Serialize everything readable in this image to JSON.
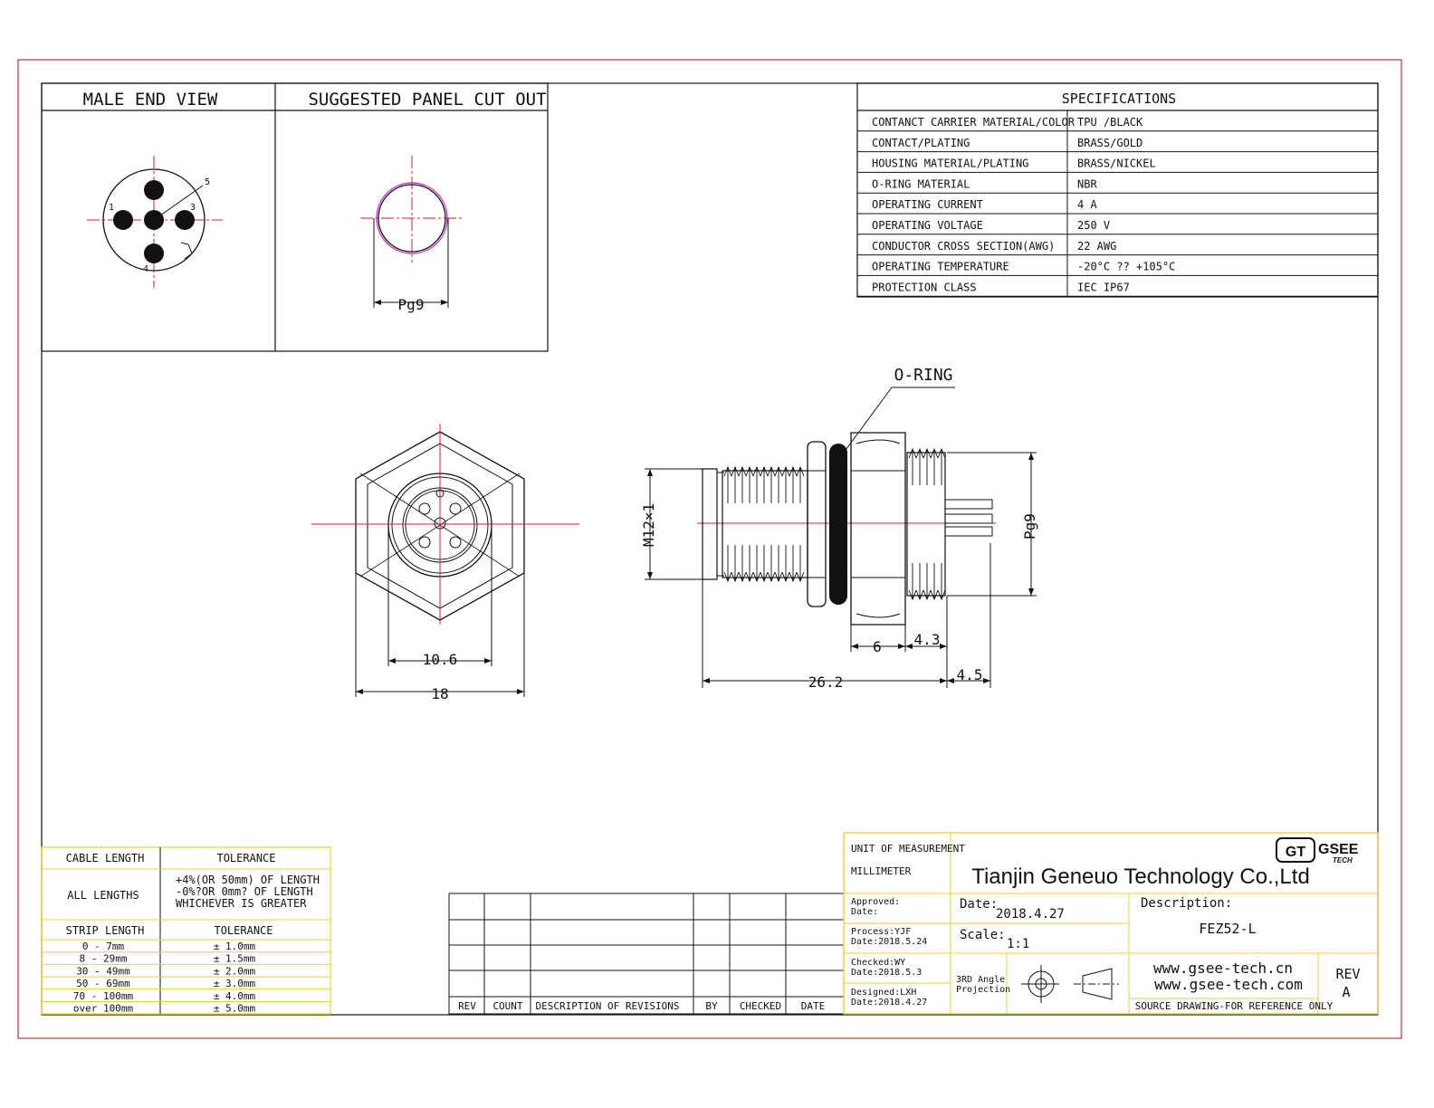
{
  "views": {
    "male_end_view": "MALE END VIEW",
    "panel_cut_out": "SUGGESTED PANEL CUT OUT",
    "panel_dim": "Pg9"
  },
  "specs": {
    "title": "SPECIFICATIONS",
    "rows": [
      {
        "label": "CONTANCT CARRIER MATERIAL/COLOR",
        "value": "TPU /BLACK"
      },
      {
        "label": "CONTACT/PLATING",
        "value": "BRASS/GOLD"
      },
      {
        "label": "HOUSING MATERIAL/PLATING",
        "value": "BRASS/NICKEL"
      },
      {
        "label": "O-RING MATERIAL",
        "value": "NBR"
      },
      {
        "label": "OPERATING CURRENT",
        "value": "4 A"
      },
      {
        "label": "OPERATING VOLTAGE",
        "value": "250 V"
      },
      {
        "label": "CONDUCTOR CROSS SECTION(AWG)",
        "value": "22 AWG"
      },
      {
        "label": "OPERATING TEMPERATURE",
        "value": "-20°C ?? +105°C"
      },
      {
        "label": "PROTECTION CLASS",
        "value": "IEC IP67"
      }
    ]
  },
  "front_view": {
    "dim_inner": "10.6",
    "dim_outer": "18"
  },
  "side_view": {
    "oring_label": "O-RING",
    "thread_label": "M12×1",
    "pg_label": "Pg9",
    "dim_6": "6",
    "dim_4_3": "4.3",
    "dim_26_2": "26.2",
    "dim_4_5": "4.5"
  },
  "tolerance_table": {
    "cable_length_header": "CABLE LENGTH",
    "tolerance_header": "TOLERANCE",
    "all_lengths": "ALL LENGTHS",
    "all_lengths_tol": [
      "+4%(OR 50mm) OF LENGTH",
      "-0%?OR 0mm? OF LENGTH",
      "WHICHEVER IS GREATER"
    ],
    "strip_length_header": "STRIP LENGTH",
    "strip_tolerance_header": "TOLERANCE",
    "strip_rows": [
      {
        "range": "0 - 7mm",
        "tol": "± 1.0mm"
      },
      {
        "range": "8 - 29mm",
        "tol": "± 1.5mm"
      },
      {
        "range": "30 - 49mm",
        "tol": "± 2.0mm"
      },
      {
        "range": "50 - 69mm",
        "tol": "± 3.0mm"
      },
      {
        "range": "70 - 100mm",
        "tol": "± 4.0mm"
      },
      {
        "range": "over 100mm",
        "tol": "± 5.0mm"
      }
    ]
  },
  "revisions": {
    "headers": [
      "REV",
      "COUNT",
      "DESCRIPTION OF REVISIONS",
      "BY",
      "CHECKED",
      "DATE"
    ]
  },
  "title_block": {
    "unit_label": "UNIT OF MEASUREMENT",
    "unit_value": "MILLIMETER",
    "company": "Tianjin Geneuo Technology Co.,Ltd",
    "logo_mark": "GT",
    "logo_name": "GSEE",
    "logo_sub": "TECH",
    "approved_label": "Approved:",
    "approved_date_label": "Date:",
    "process_label": "Process:YJF",
    "process_date": "Date:2018.5.24",
    "checked_label": "Checked:WY",
    "checked_date": "Date:2018.5.3",
    "designed_label": "Designed:LXH",
    "designed_date": "Date:2018.4.27",
    "date_label": "Date:",
    "date_value": "2018.4.27",
    "scale_label": "Scale:",
    "scale_value": "1:1",
    "projection_line1": "3RD Angle",
    "projection_line2": "Projection",
    "description_label": "Description:",
    "description_value": "FEZ52-L",
    "web1": "www.gsee-tech.cn",
    "web2": "www.gsee-tech.com",
    "source_note": "SOURCE DRAWING-FOR REFERENCE ONLY",
    "rev_label": "REV",
    "rev_value": "A"
  },
  "colors": {
    "frame": "#b23b3b",
    "centerline": "#cc2233",
    "magenta": "#c040c0",
    "yellow_border": "#e8d030",
    "pin_label": "#e0c020"
  }
}
